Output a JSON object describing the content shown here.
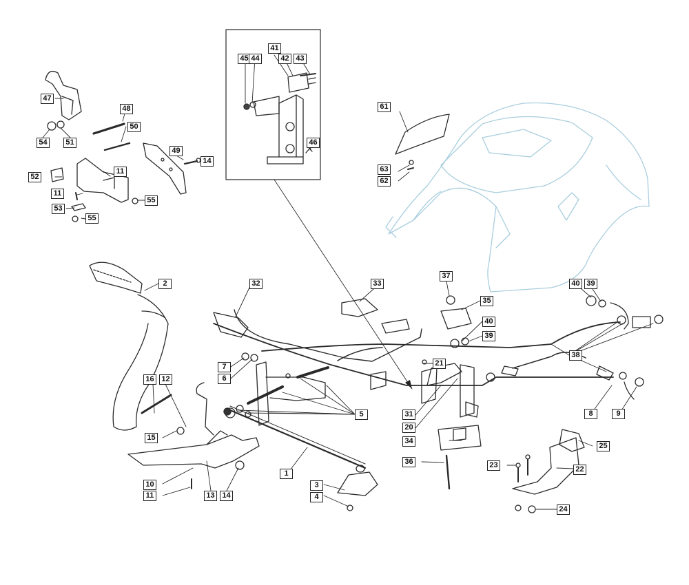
{
  "callouts": [
    "41",
    "45",
    "44",
    "42",
    "43",
    "46",
    "47",
    "48",
    "50",
    "49",
    "14",
    "54",
    "51",
    "52",
    "11",
    "11",
    "53",
    "55",
    "55",
    "61",
    "63",
    "62",
    "2",
    "32",
    "33",
    "37",
    "35",
    "40",
    "39",
    "40",
    "39",
    "38",
    "7",
    "6",
    "21",
    "5",
    "16",
    "12",
    "15",
    "31",
    "20",
    "34",
    "8",
    "9",
    "25",
    "10",
    "11",
    "13",
    "14",
    "1",
    "3",
    "4",
    "36",
    "23",
    "22",
    "24"
  ]
}
